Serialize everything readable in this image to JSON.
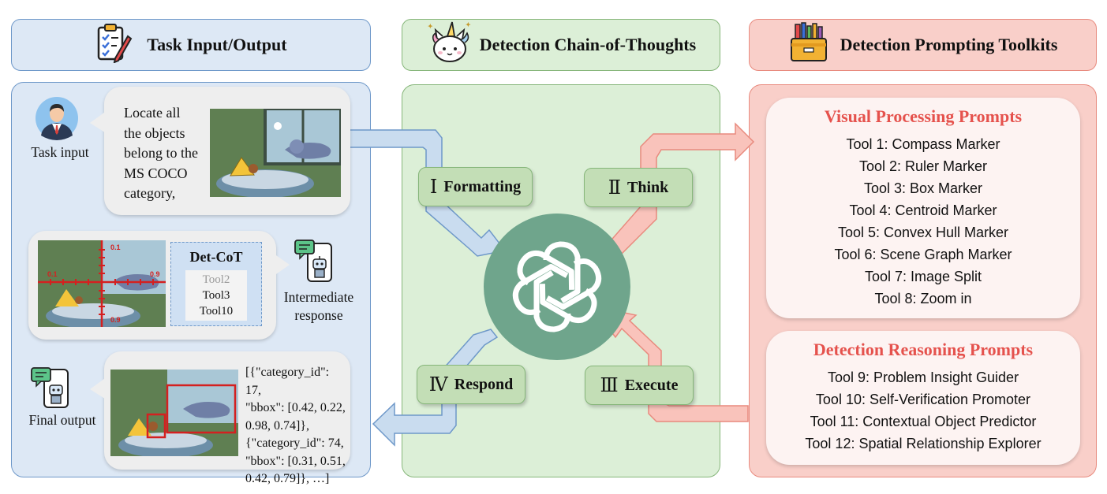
{
  "headers": {
    "task": "Task Input/Output",
    "cot": "Detection Chain-of-Thoughts",
    "toolkits": "Detection Prompting Toolkits"
  },
  "task_input": {
    "caption": "Task input",
    "lines": [
      "Locate all",
      "the objects",
      "belong to the",
      "MS COCO",
      "category,"
    ]
  },
  "intermediate": {
    "caption_lines": [
      "Intermediate",
      "response"
    ],
    "detcot": {
      "title": "Det-CoT",
      "tools": [
        "Tool2",
        "Tool3",
        "Tool10"
      ]
    },
    "grid_ticks": {
      "top": "0.1",
      "left": "0.1",
      "right": "0.9",
      "bottom": "0.9"
    }
  },
  "final_output": {
    "caption": "Final output",
    "json_lines": [
      "[{\"category_id\": 17,",
      "\"bbox\": [0.42, 0.22,",
      "0.98, 0.74]},",
      "{\"category_id\": 74,",
      "\"bbox\": [0.31, 0.51,",
      "0.42, 0.79]}, …]"
    ]
  },
  "steps": {
    "formatting": {
      "num": "Ⅰ",
      "label": "Formatting"
    },
    "think": {
      "num": "Ⅱ",
      "label": "Think"
    },
    "execute": {
      "num": "Ⅲ",
      "label": "Execute"
    },
    "respond": {
      "num": "Ⅳ",
      "label": "Respond"
    }
  },
  "visual_processing": {
    "title": "Visual Processing Prompts",
    "tools": [
      "Tool 1: Compass Marker",
      "Tool 2: Ruler Marker",
      "Tool 3: Box Marker",
      "Tool 4: Centroid Marker",
      "Tool 5: Convex Hull Marker",
      "Tool 6: Scene Graph Marker",
      "Tool 7: Image Split",
      "Tool 8: Zoom in"
    ]
  },
  "detection_reasoning": {
    "title": "Detection Reasoning Prompts",
    "tools": [
      "Tool 9: Problem Insight Guider",
      "Tool 10: Self-Verification Promoter",
      "Tool 11: Contextual Object Predictor",
      "Tool 12: Spatial Relationship Explorer"
    ]
  },
  "colors": {
    "blue_panel": "#dde8f5",
    "green_panel": "#dcefd7",
    "pink_panel": "#f9cfc9",
    "red_title": "#e5524d",
    "logo_circle": "#6fa58c"
  },
  "icons": [
    "clipboard-icon",
    "unicorn-icon",
    "toolbox-icon",
    "user-avatar-icon",
    "robot-phone-icon",
    "openai-logo-icon"
  ]
}
